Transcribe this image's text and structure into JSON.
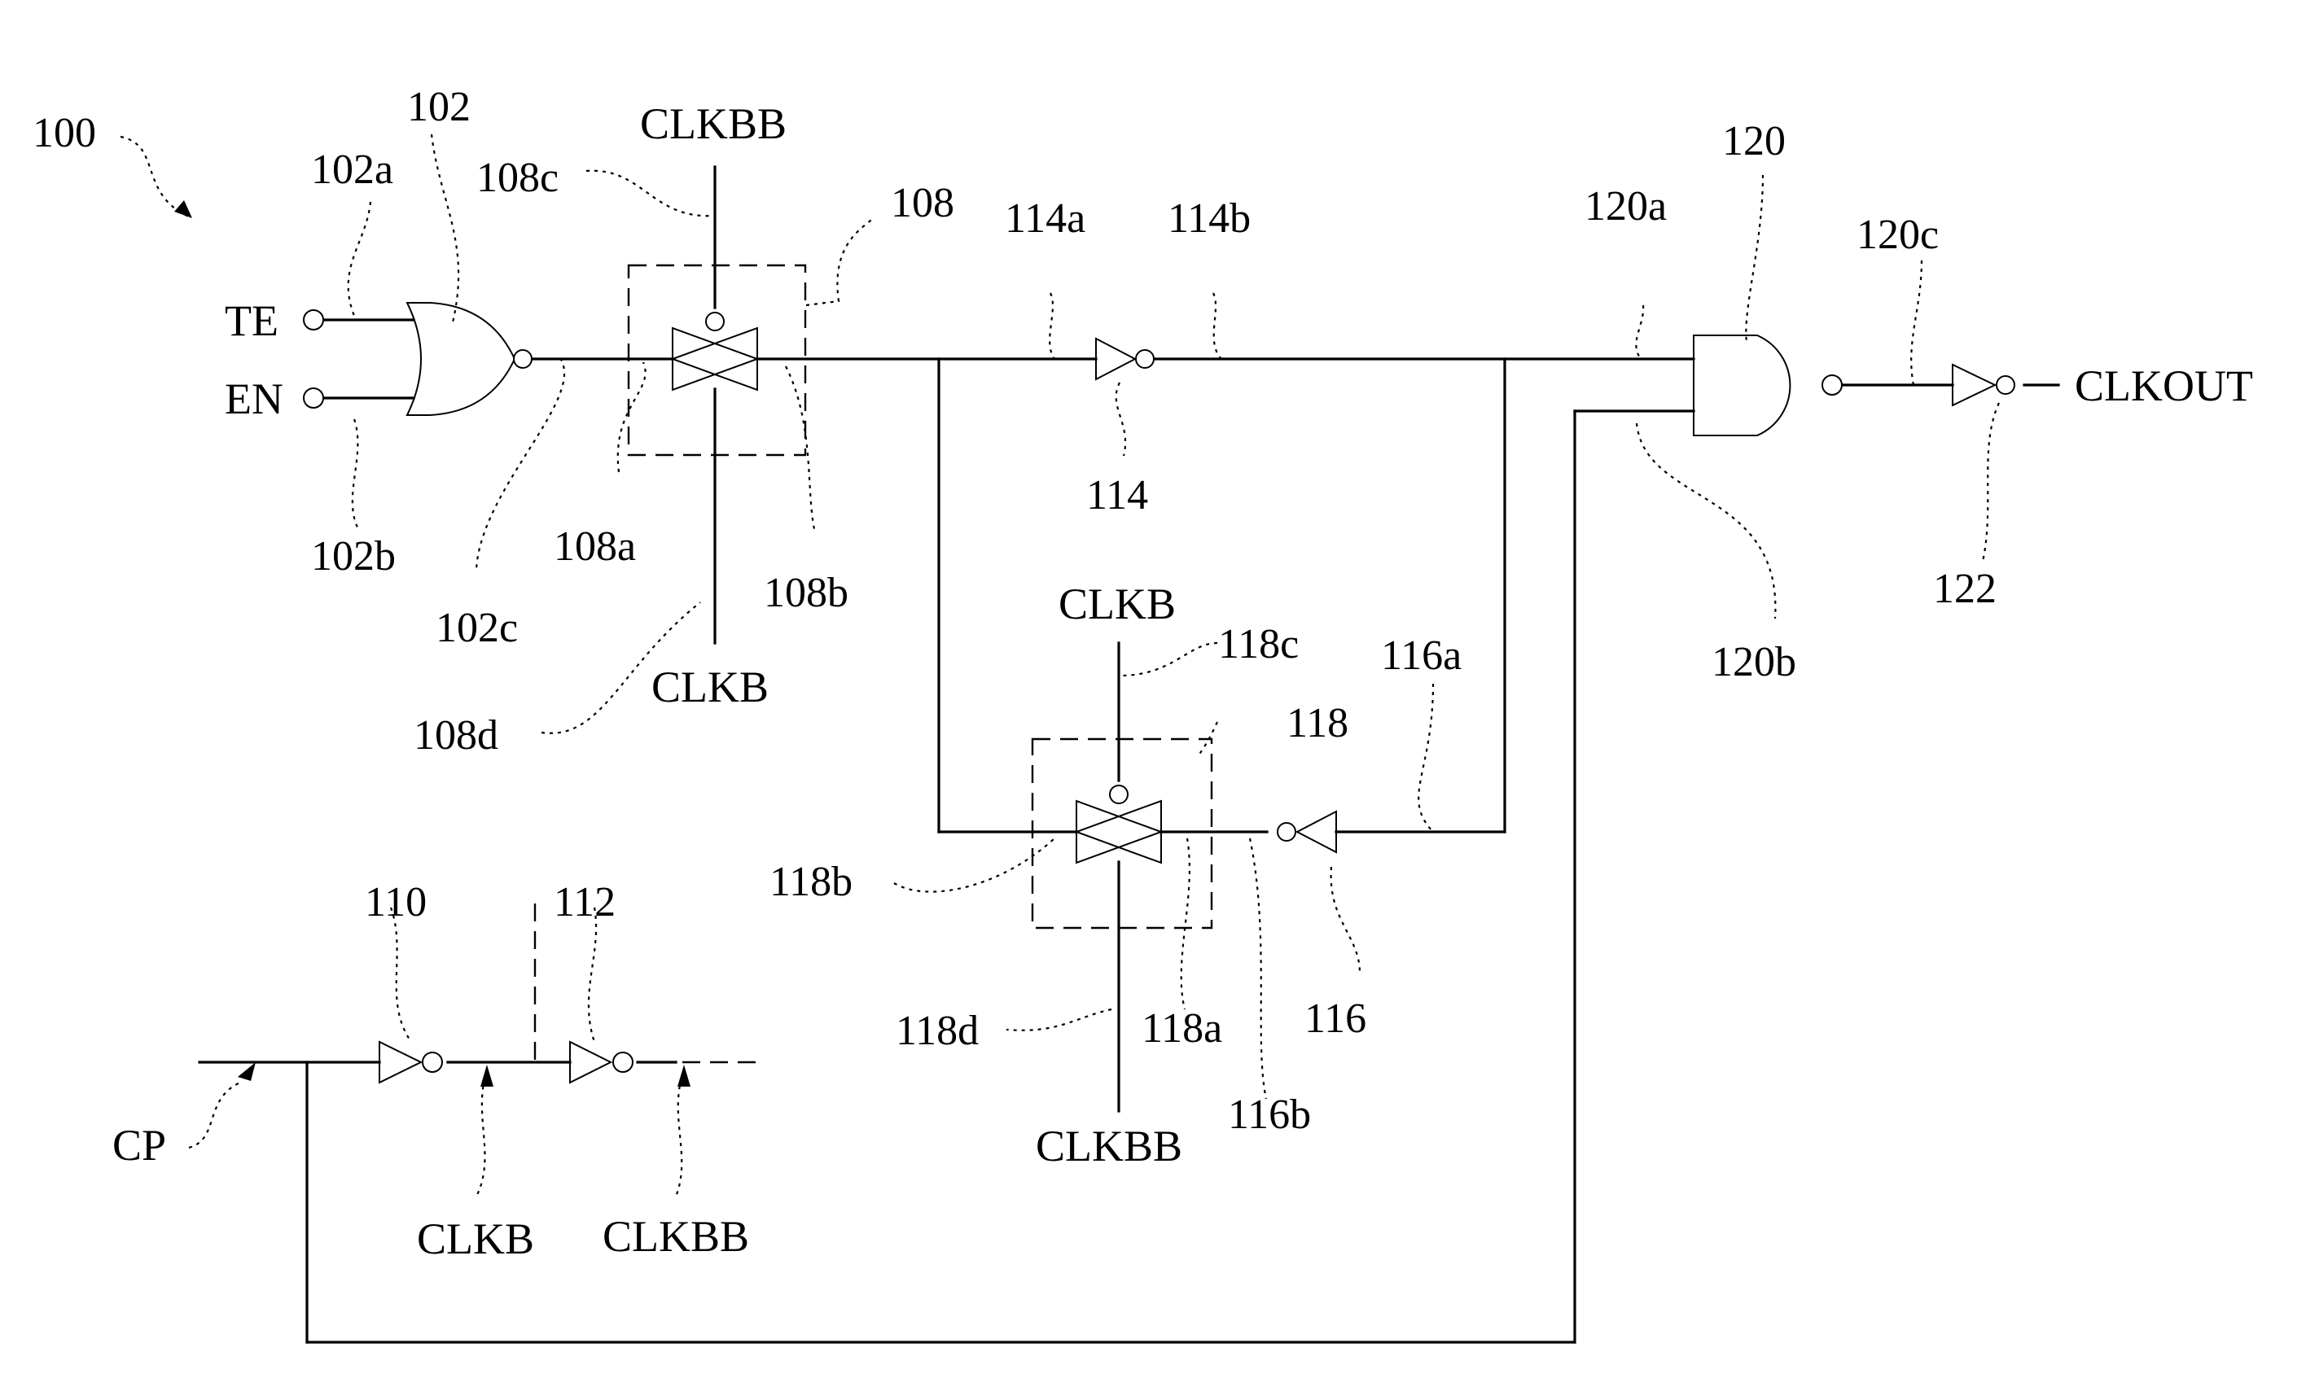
{
  "figure": {
    "reference": "100",
    "inputs": {
      "te": "TE",
      "en": "EN",
      "cp": "CP"
    },
    "output": "CLKOUT",
    "clock_labels": {
      "tg108_top": "CLKBB",
      "tg108_bottom": "CLKB",
      "tg118_top": "CLKB",
      "tg118_bottom": "CLKBB",
      "inv110_out": "CLKB",
      "inv112_out": "CLKBB"
    },
    "refs": {
      "nor_gate": "102",
      "nor_in_a": "102a",
      "nor_in_b": "102b",
      "nor_out": "102c",
      "tg_first": "108",
      "tg_first_a": "108a",
      "tg_first_b": "108b",
      "tg_first_c": "108c",
      "tg_first_d": "108d",
      "inv_clkb": "110",
      "inv_clkbb": "112",
      "inv_latch": "114",
      "inv_latch_in": "114a",
      "inv_latch_out": "114b",
      "inv_feedback": "116",
      "inv_feedback_in": "116a",
      "inv_feedback_out": "116b",
      "tg_feedback": "118",
      "tg_feedback_a": "118a",
      "tg_feedback_b": "118b",
      "tg_feedback_c": "118c",
      "tg_feedback_d": "118d",
      "nand_gate": "120",
      "nand_in_a": "120a",
      "nand_in_b": "120b",
      "nand_out": "120c",
      "inv_out": "122"
    }
  }
}
